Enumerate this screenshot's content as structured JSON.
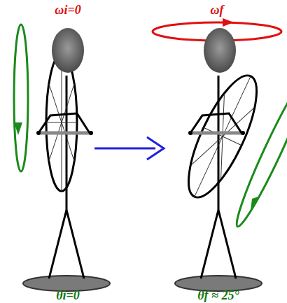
{
  "diagram": {
    "labels": [
      "ωi=0",
      "ωf",
      "θi=0",
      "θf ≈ 25°"
    ]
  }
}
